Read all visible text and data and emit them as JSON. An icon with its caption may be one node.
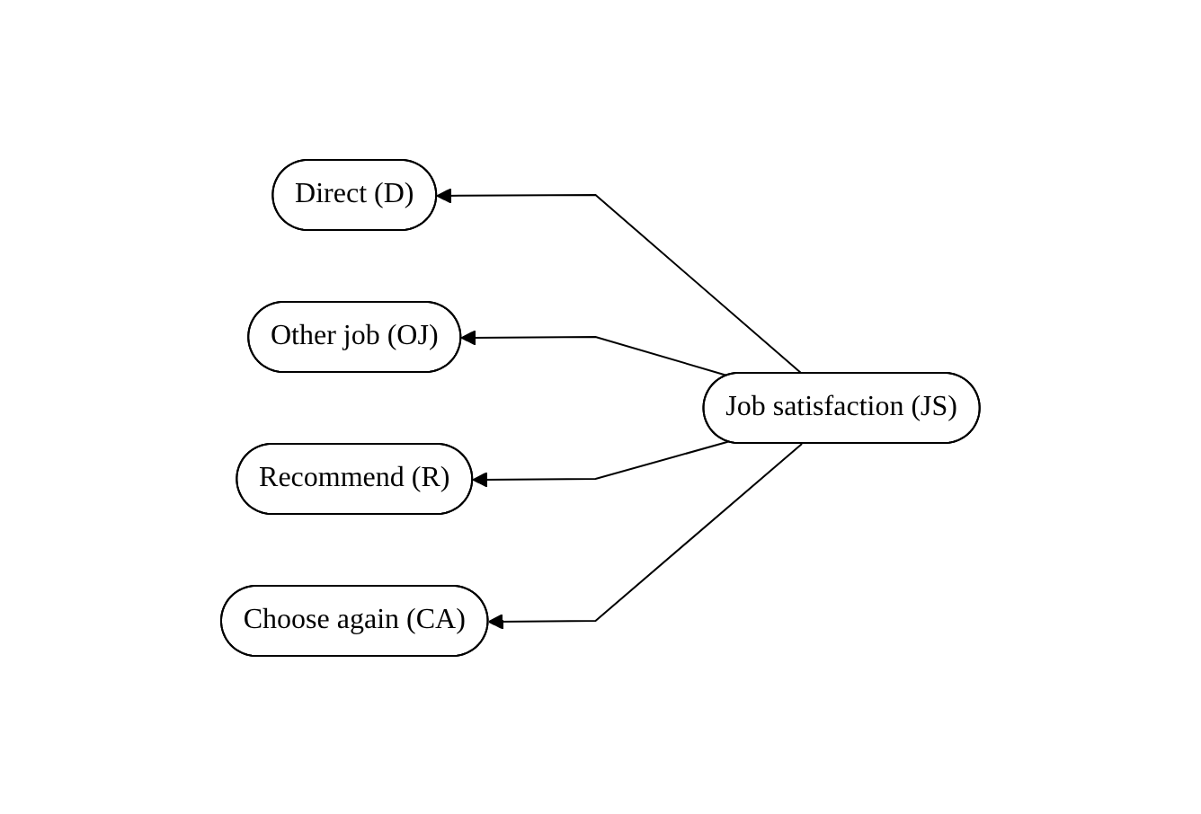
{
  "diagram": {
    "nodes": [
      {
        "text": [
          "Direct (D)"
        ]
      },
      {
        "text": [
          "Other job (OJ)"
        ]
      },
      {
        "text": [
          "Job satisfaction (JS)"
        ]
      },
      {
        "text": [
          "Recommend (R)"
        ]
      },
      {
        "text": [
          "Choose again (CA)"
        ]
      }
    ],
    "edges": [
      {
        "from": 2,
        "to": 0,
        "arrow": "to"
      },
      {
        "from": 2,
        "to": 1,
        "arrow": "to"
      },
      {
        "from": 2,
        "to": 3,
        "arrow": "to"
      },
      {
        "from": 2,
        "to": 4,
        "arrow": "to"
      }
    ]
  }
}
